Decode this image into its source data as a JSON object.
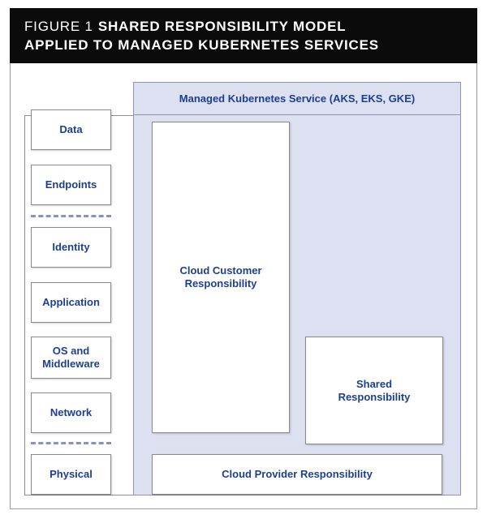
{
  "figure": {
    "label": "FIGURE 1",
    "title_line1": "SHARED RESPONSIBILITY MODEL",
    "title_line2": "APPLIED TO MANAGED KUBERNETES SERVICES"
  },
  "service": {
    "label": "Managed Kubernetes Service (AKS, EKS, GKE)"
  },
  "layers": {
    "data": "Data",
    "endpoints": "Endpoints",
    "identity": "Identity",
    "application": "Application",
    "os_middleware": "OS and\nMiddleware",
    "network": "Network",
    "physical": "Physical"
  },
  "responsibility": {
    "customer": "Cloud Customer\nResponsibility",
    "shared": "Shared\nResponsibility",
    "provider": "Cloud Provider Responsibility"
  },
  "colors": {
    "title_bg": "#0b0b0b",
    "label_text": "#1c3f91",
    "service_fill": "#dde0f1",
    "dash": "#8791c4"
  }
}
